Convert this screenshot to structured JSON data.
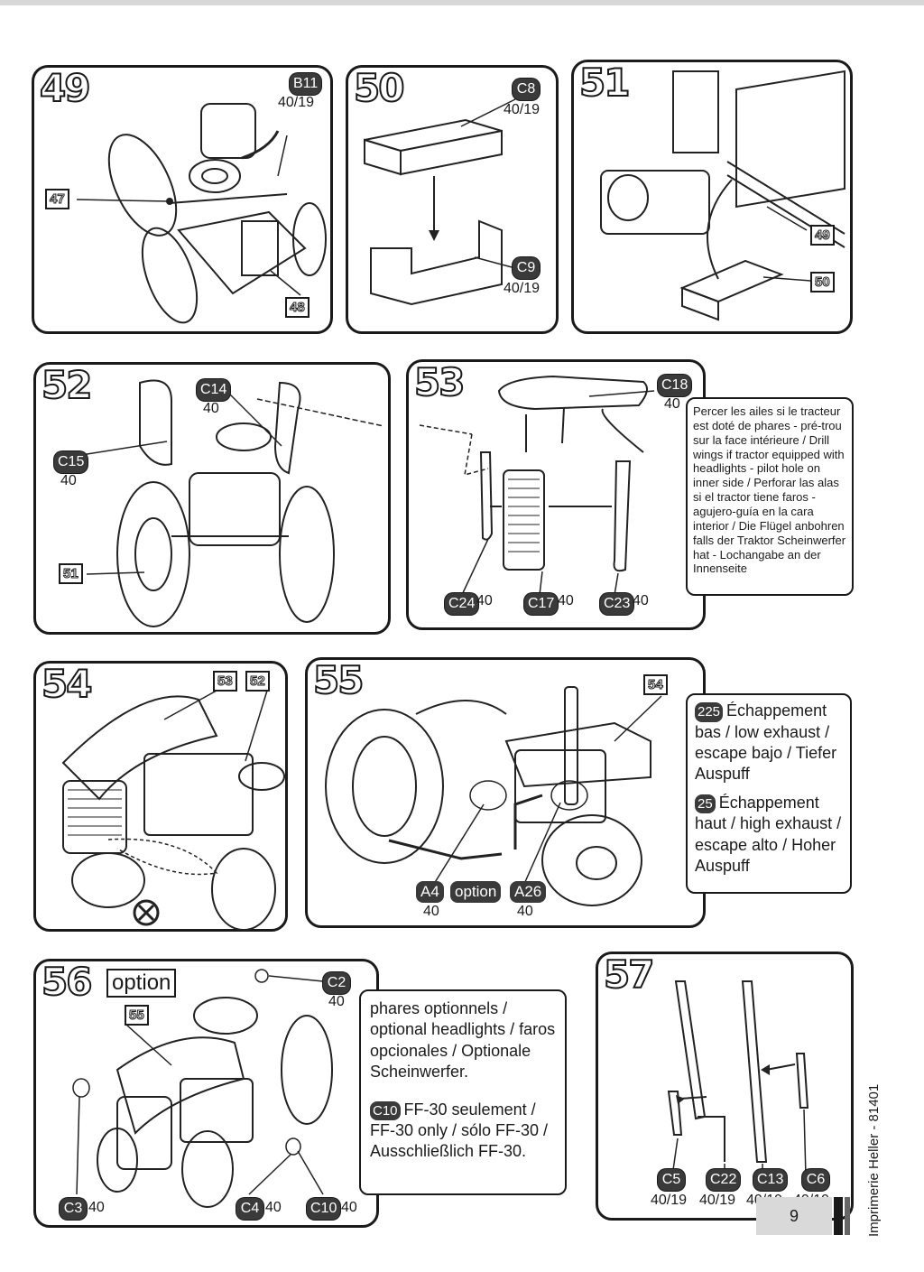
{
  "steps": {
    "s49": {
      "num": "49",
      "parts": [
        {
          "id": "B11",
          "ratio": "40/19"
        }
      ],
      "refs": [
        "47",
        "48"
      ]
    },
    "s50": {
      "num": "50",
      "parts": [
        {
          "id": "C8",
          "ratio": "40/19"
        },
        {
          "id": "C9",
          "ratio": "40/19"
        }
      ]
    },
    "s51": {
      "num": "51",
      "refs": [
        "49",
        "50"
      ]
    },
    "s52": {
      "num": "52",
      "parts": [
        {
          "id": "C14",
          "ratio": "40"
        },
        {
          "id": "C15",
          "ratio": "40"
        }
      ],
      "refs": [
        "51"
      ]
    },
    "s53": {
      "num": "53",
      "parts": [
        {
          "id": "C18",
          "ratio": "40"
        },
        {
          "id": "C24",
          "ratio": "40"
        },
        {
          "id": "C17",
          "ratio": "40"
        },
        {
          "id": "C23",
          "ratio": "40"
        }
      ],
      "note": "Percer les ailes si le tracteur est doté de phares - pré-trou sur la face intérieure / Drill wings if tractor equipped with headlights - pilot hole on inner side / Perforar las alas si el tractor tiene faros - agujero-guía en la cara interior / Die Flügel anbohren falls der Traktor Scheinwerfer hat - Lochangabe an der Innenseite"
    },
    "s54": {
      "num": "54",
      "refs": [
        "53",
        "52"
      ]
    },
    "s55": {
      "num": "55",
      "refs": [
        "54"
      ],
      "parts": [
        {
          "id": "A4",
          "ratio": "40"
        },
        {
          "id": "A26",
          "ratio": "40"
        }
      ],
      "option": "option",
      "note1_badge": "225",
      "note1_text": "Échappement bas / low exhaust / escape bajo / Tiefer Auspuff",
      "note2_badge": "25",
      "note2_text": "Échappement haut / high exhaust / escape alto / Hoher Auspuff"
    },
    "s56": {
      "num": "56",
      "option": "option",
      "refs": [
        "55"
      ],
      "parts": [
        {
          "id": "C2",
          "ratio": "40"
        },
        {
          "id": "C3",
          "ratio": "40"
        },
        {
          "id": "C4",
          "ratio": "40"
        },
        {
          "id": "C10",
          "ratio": "40"
        }
      ],
      "note1_text": "phares optionnels / optional headlights / faros opcionales / Optionale Scheinwerfer.",
      "note2_badge": "C10",
      "note2_text": "FF-30 seulement / FF-30 only / sólo FF-30 / Ausschließlich FF-30."
    },
    "s57": {
      "num": "57",
      "parts": [
        {
          "id": "C5",
          "ratio": "40/19"
        },
        {
          "id": "C22",
          "ratio": "40/19"
        },
        {
          "id": "C13",
          "ratio": "40/19"
        },
        {
          "id": "C6",
          "ratio": "40/19"
        }
      ]
    }
  },
  "footer": {
    "page_number": "9",
    "imprint": "Imprimerie Heller - 81401"
  }
}
